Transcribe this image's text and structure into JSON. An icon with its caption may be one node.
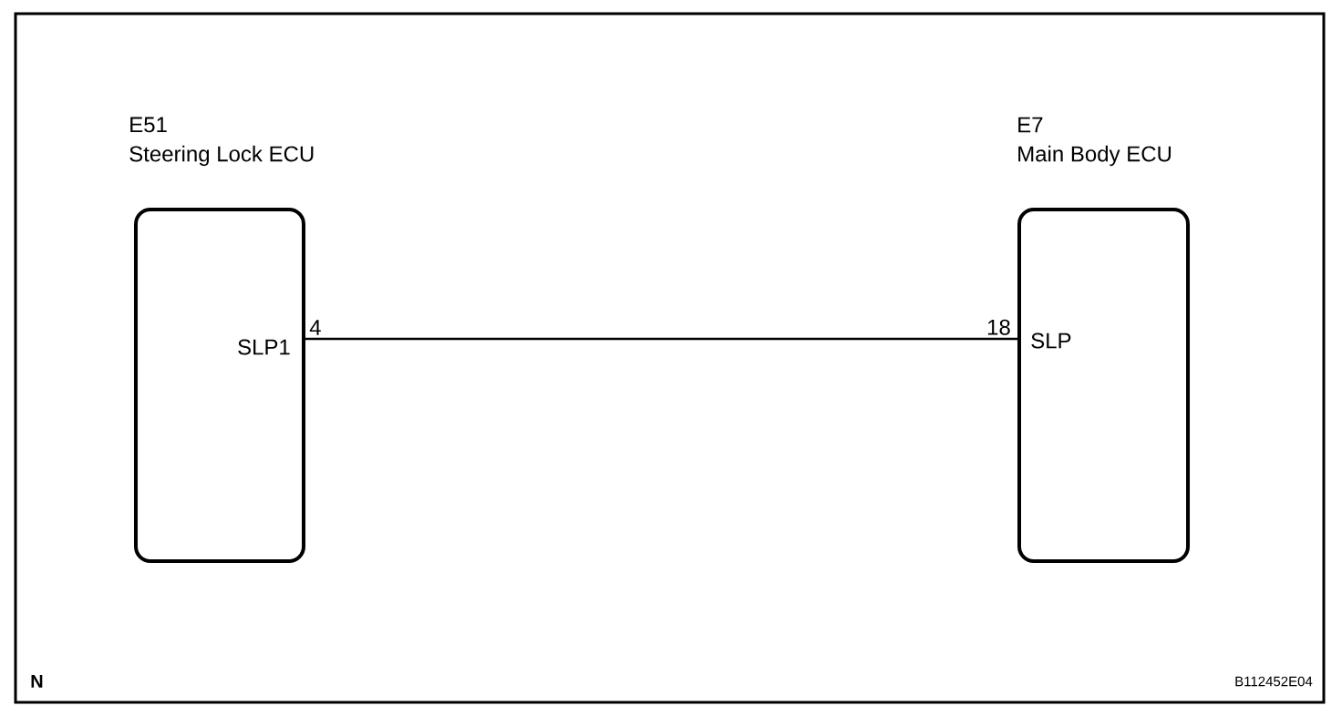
{
  "diagram": {
    "nodes": [
      {
        "text": [
          "E51",
          "Steering Lock ECU",
          "SLP1"
        ],
        "beside": [
          "4"
        ]
      },
      {
        "text": [
          "E7",
          "Main Body ECU",
          "SLP"
        ],
        "beside": [
          "18"
        ]
      }
    ],
    "edges": [
      {
        "from": 0,
        "to": 1,
        "arrow": "none"
      }
    ],
    "labels": [
      "N",
      "B112452E04"
    ]
  }
}
